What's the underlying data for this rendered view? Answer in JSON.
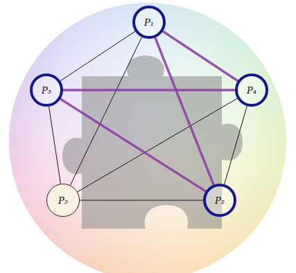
{
  "diagram": {
    "nodes": [
      {
        "text": [
          "P₁"
        ]
      },
      {
        "text": [
          "P₃"
        ]
      },
      {
        "text": [
          "P₄"
        ]
      },
      {
        "text": [
          "P₅"
        ]
      },
      {
        "text": [
          "P₂"
        ]
      }
    ],
    "edges": [
      {
        "from": 0,
        "to": 1,
        "arrow": "none"
      },
      {
        "from": 0,
        "to": 3,
        "arrow": "none"
      },
      {
        "from": 1,
        "to": 3,
        "arrow": "none"
      },
      {
        "from": 3,
        "to": 4,
        "arrow": "none"
      },
      {
        "from": 3,
        "to": 2,
        "arrow": "none"
      },
      {
        "from": 2,
        "to": 4,
        "arrow": "none"
      },
      {
        "from": 0,
        "to": 2,
        "arrow": "none"
      },
      {
        "from": 0,
        "to": 4,
        "arrow": "none"
      },
      {
        "from": 1,
        "to": 2,
        "arrow": "none"
      },
      {
        "from": 1,
        "to": 4,
        "arrow": "none"
      }
    ]
  }
}
